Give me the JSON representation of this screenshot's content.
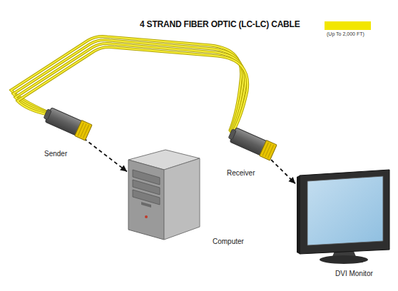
{
  "diagram": {
    "nodes": [
      {
        "text": [
          "Sender"
        ]
      },
      {
        "text": [
          "Computer"
        ]
      },
      {
        "text": [
          "Receiver"
        ]
      },
      {
        "text": [
          "DVI Monitor"
        ]
      }
    ],
    "edges": [
      {
        "from": 0,
        "to": 2,
        "arrow": "none"
      },
      {
        "from": 0,
        "to": 1,
        "arrow": "to"
      },
      {
        "from": 2,
        "to": 3,
        "arrow": "to"
      }
    ],
    "labels": [
      "(Up To 2,000 FT)"
    ],
    "legend": [
      {
        "text": "4 STRAND FIBER OPTIC (LC-LC) CABLE",
        "color": "#f2e600"
      }
    ]
  }
}
